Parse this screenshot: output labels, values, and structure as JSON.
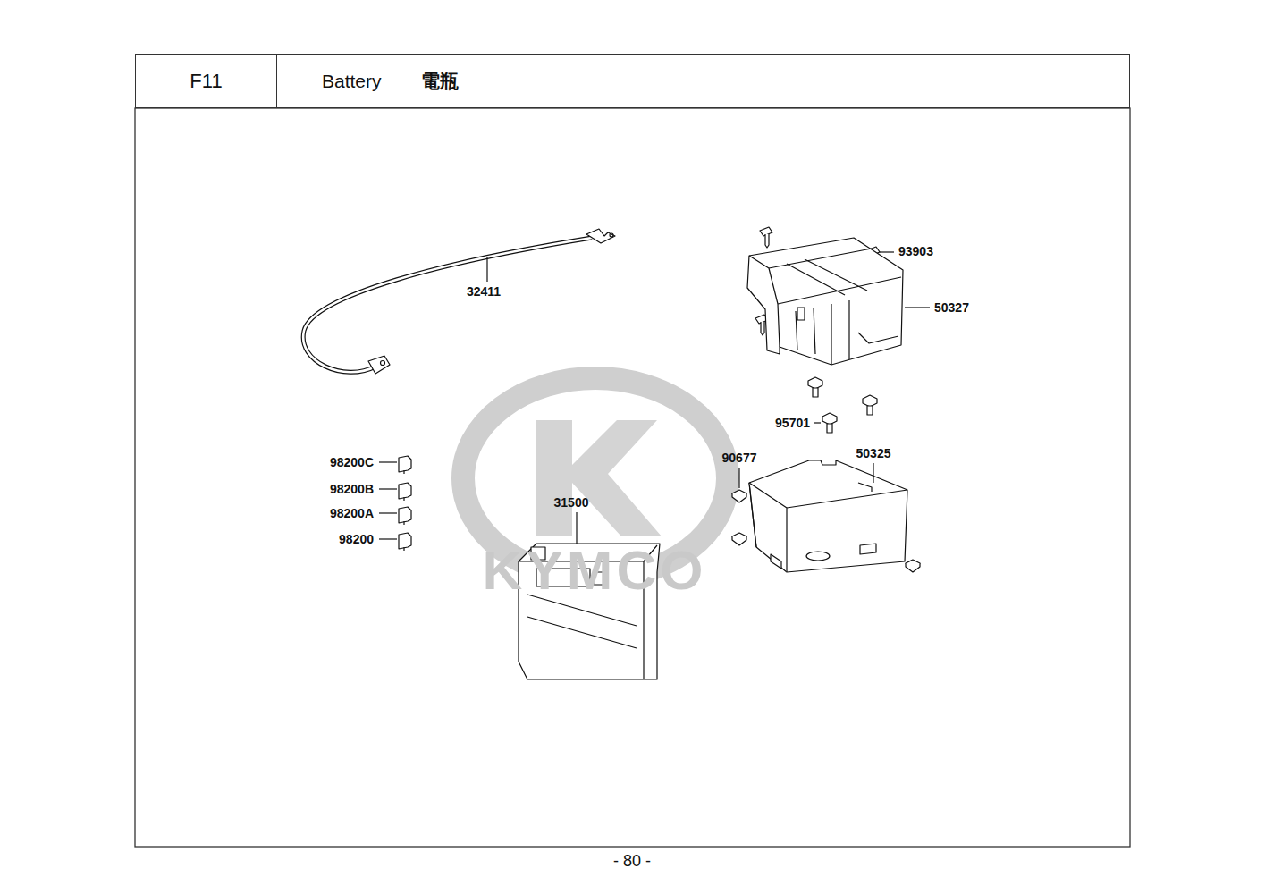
{
  "diagram": {
    "nodes": [
      {
        "text": [
          "F11"
        ]
      },
      {
        "text": [
          "Battery",
          "電瓶"
        ]
      }
    ],
    "labels": [
      "32411",
      "93903",
      "50327",
      "95701",
      "90677",
      "50325",
      "98200C",
      "98200B",
      "98200A",
      "98200",
      "31500",
      "KYMCO",
      "- 80 -"
    ]
  }
}
